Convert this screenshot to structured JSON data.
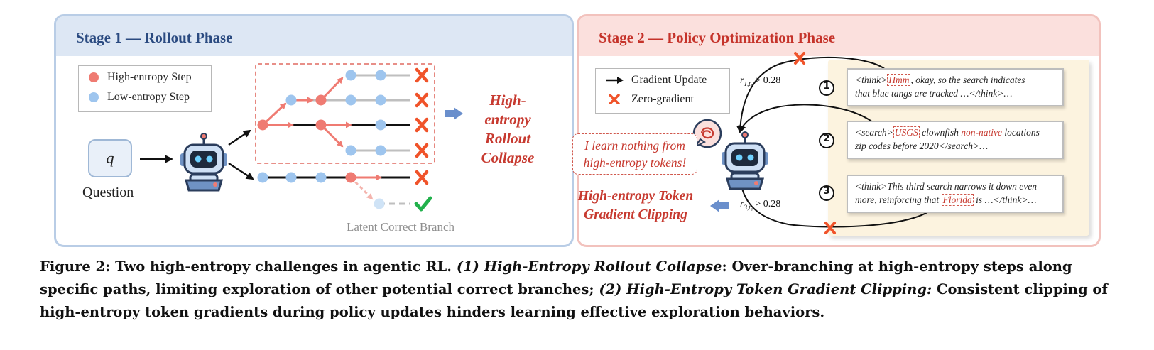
{
  "stage1": {
    "title": "Stage 1 — Rollout Phase",
    "legend": {
      "high": "High-entropy Step",
      "low": "Low-entropy Step"
    },
    "question_symbol": "q",
    "question_label": "Question",
    "collapse_line1": "High-entropy",
    "collapse_line2": "Rollout",
    "collapse_line3": "Collapse",
    "latent_label": "Latent Correct Branch"
  },
  "stage2": {
    "title": "Stage 2 — Policy Optimization Phase",
    "legend": {
      "gradient": "Gradient Update",
      "zero": "Zero-gradient"
    },
    "ratio_top": "> 0.28",
    "ratio_bottom": "> 0.28",
    "ratio_top_sym": "r",
    "ratio_top_sub": "1,t₁",
    "ratio_bottom_sym": "r",
    "ratio_bottom_sub": "3,t₃",
    "speech_line1": "I learn nothing from",
    "speech_line2": "high-entropy tokens!",
    "clip_line1": "High-entropy Token",
    "clip_line2": "Gradient Clipping",
    "steps": [
      {
        "num": "1",
        "seg1": "<think>",
        "hl": "Hmm",
        "seg2": ", okay, so the search indicates",
        "line2": "that blue tangs are tracked …</think>…"
      },
      {
        "num": "2",
        "seg1": "<search>",
        "hl": "USGS",
        "seg2": " clownfish ",
        "red": "non-native",
        "seg3": " locations",
        "line2": "zip codes before 2020</search>…"
      },
      {
        "num": "3",
        "line1": "<think>This third search narrows it down even",
        "seg1": "more, reinforcing that ",
        "hl": "Florida",
        "seg2": " is …</think>…"
      }
    ]
  },
  "caption": {
    "part1": "Figure 2: Two high-entropy challenges in agentic RL. ",
    "italic1": "(1) High-Entropy Rollout Collapse",
    "part2": ": Over-branching at high-entropy steps along specific paths, limiting exploration of other potential correct branches; ",
    "italic2": "(2) High-Entropy Token Gradient Clipping:",
    "part3": " Consistent clipping of high-entropy token gradients during policy updates hinders learning effective exploration behaviors."
  },
  "colors": {
    "high": "#ef7b72",
    "low": "#9ec5ee",
    "cross": "#f0532a",
    "check": "#22b14c",
    "blue_arrow": "#6a8fcc"
  }
}
